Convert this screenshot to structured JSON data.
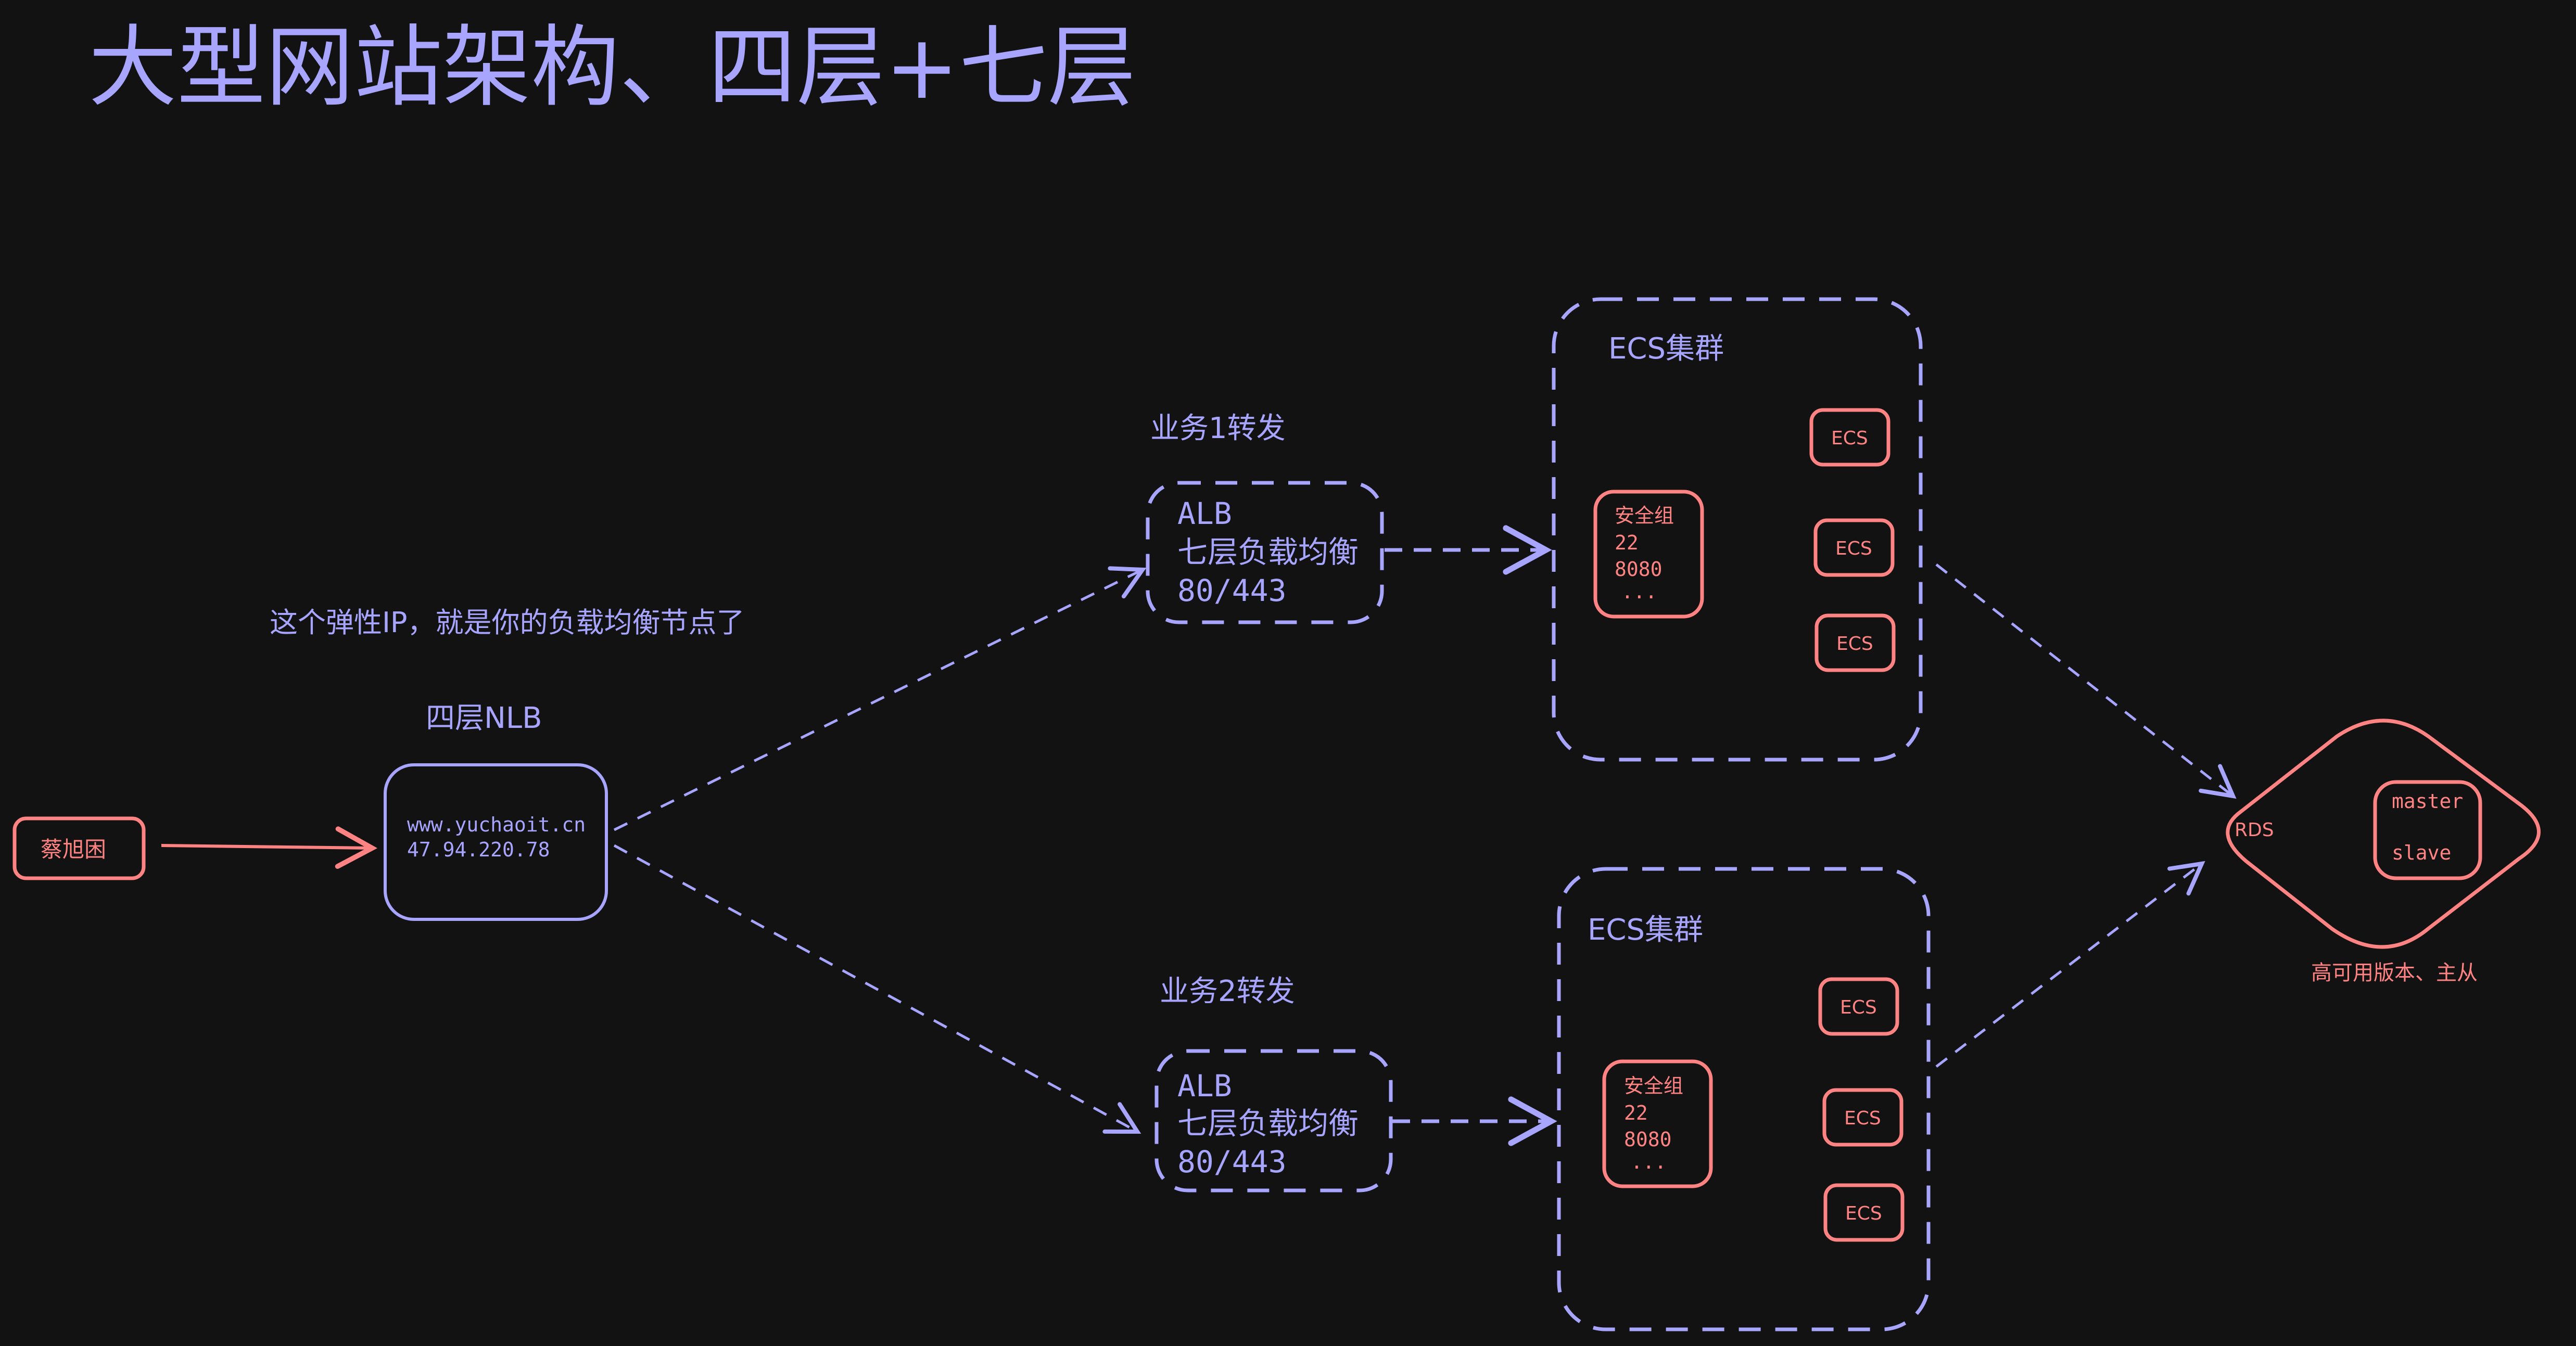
{
  "title": "大型网站架构、四层+七层",
  "client": {
    "label": "蔡旭困"
  },
  "nlb": {
    "label": "四层NLB",
    "domain": "www.yuchaoit.cn",
    "ip": "47.94.220.78",
    "annotation": "这个弹性IP，就是你的负载均衡节点了"
  },
  "alb_1": {
    "caption": "业务1转发",
    "line1": "ALB",
    "line2": "七层负载均衡",
    "line3": "80/443"
  },
  "alb_2": {
    "caption": "业务2转发",
    "line1": "ALB",
    "line2": "七层负载均衡",
    "line3": "80/443"
  },
  "cluster_1": {
    "label": "ECS集群",
    "security_group": {
      "title": "安全组",
      "port1": "22",
      "port2": "8080",
      "more": "..."
    },
    "nodes": [
      "ECS",
      "ECS",
      "ECS"
    ]
  },
  "cluster_2": {
    "label": "ECS集群",
    "security_group": {
      "title": "安全组",
      "port1": "22",
      "port2": "8080",
      "more": "..."
    },
    "nodes": [
      "ECS",
      "ECS",
      "ECS"
    ]
  },
  "rds": {
    "label": "RDS",
    "master": "master",
    "slave": "slave",
    "caption": "高可用版本、主从"
  },
  "colors": {
    "background": "#121212",
    "accent_blue": "#a8a5ff",
    "accent_red": "#ff8383"
  }
}
